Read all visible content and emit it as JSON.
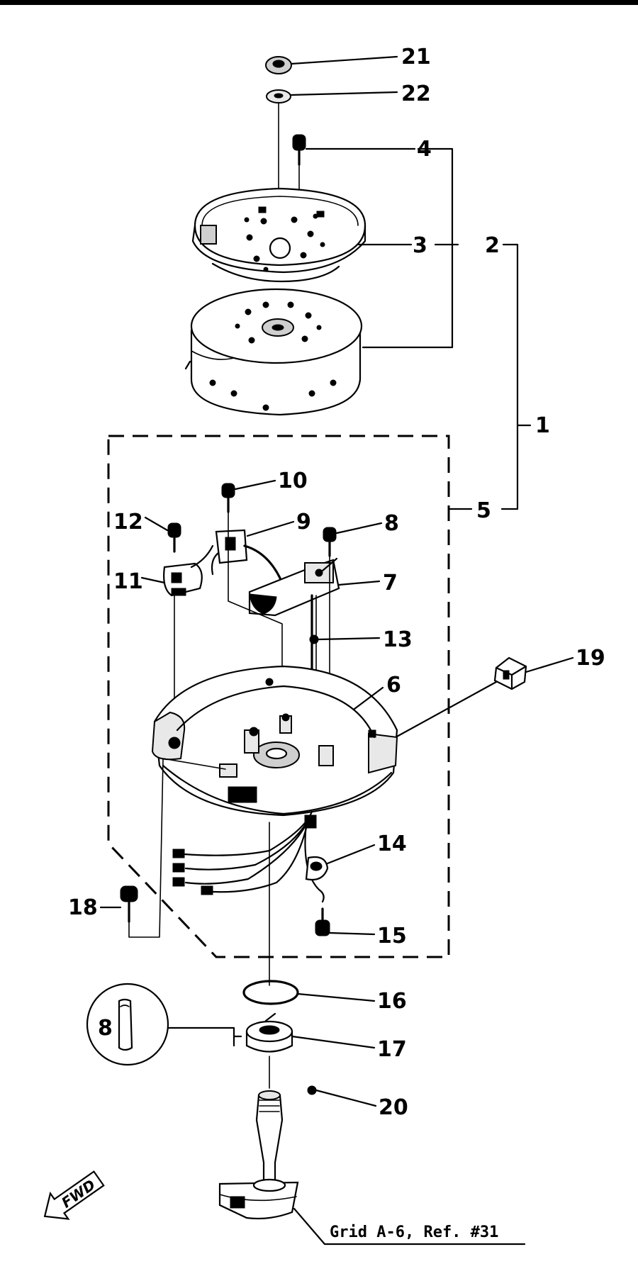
{
  "callouts": {
    "c21": "21",
    "c22": "22",
    "c4": "4",
    "c3": "3",
    "c2": "2",
    "c1": "1",
    "c5": "5",
    "c10": "10",
    "c12": "12",
    "c9": "9",
    "c8": "8",
    "c11": "11",
    "c7": "7",
    "c13": "13",
    "c19": "19",
    "c6": "6",
    "c14": "14",
    "c18": "18",
    "c15": "15",
    "c16": "16",
    "c17": "17",
    "c20": "20"
  },
  "reference_note": "Grid A-6, Ref. #31",
  "fwd_label": "FWD",
  "detail_label": "8"
}
